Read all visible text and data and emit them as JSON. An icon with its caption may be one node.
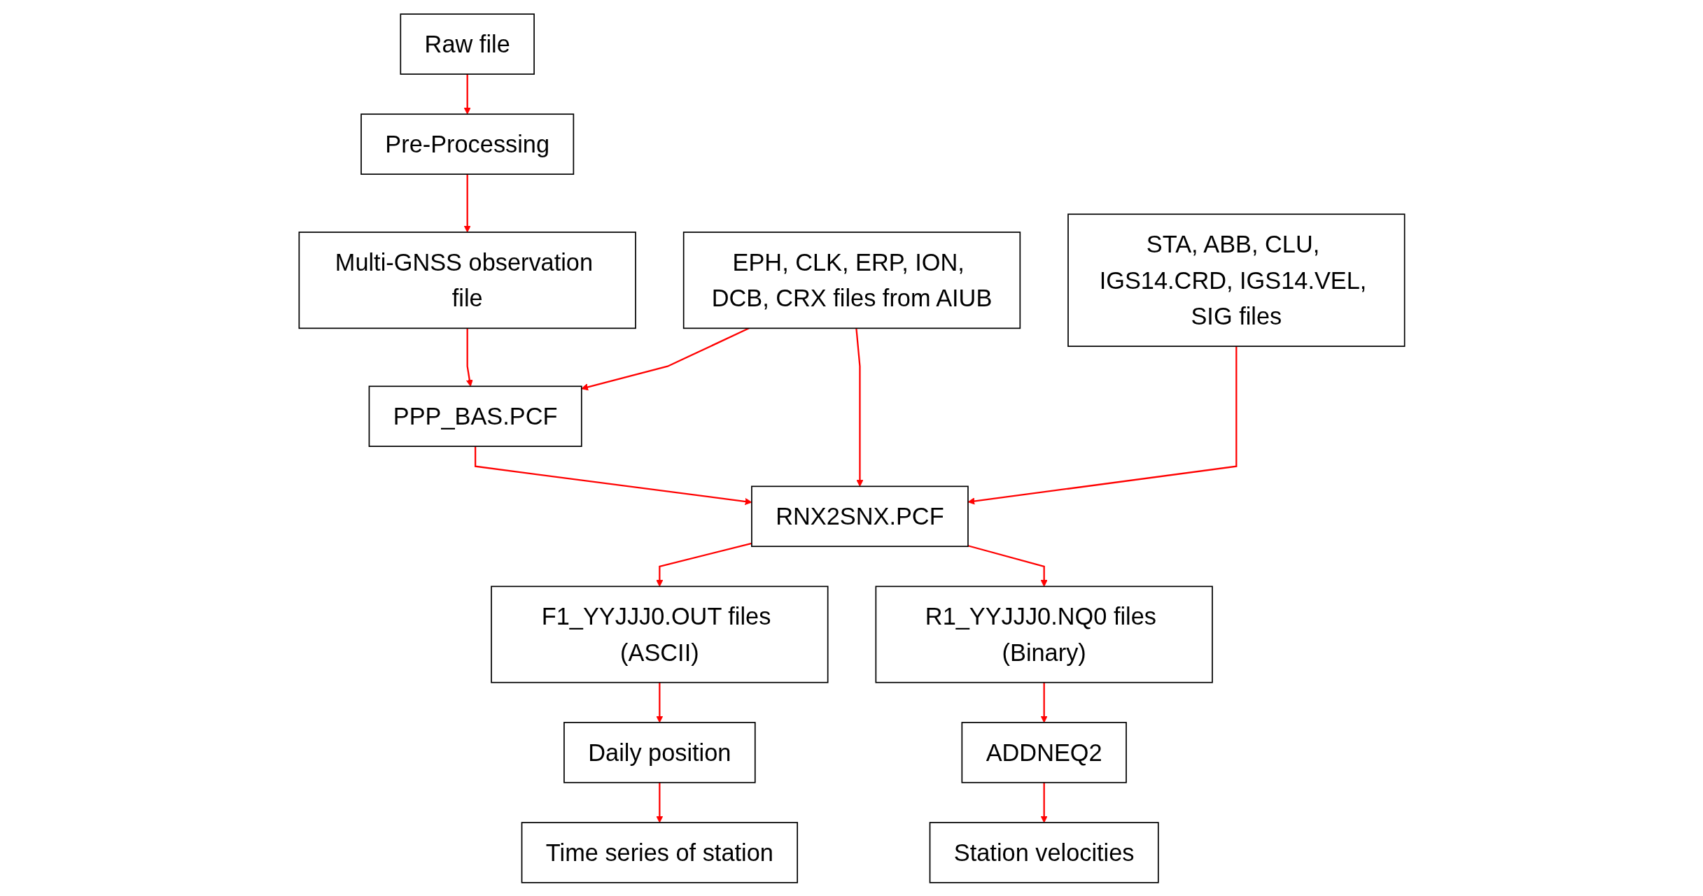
{
  "diagram": {
    "nodes": [
      {
        "text": [
          "Raw file"
        ]
      },
      {
        "text": [
          "Pre-Processing"
        ]
      },
      {
        "text": [
          "Multi-GNSS observation file"
        ]
      },
      {
        "text": [
          "EPH, CLK, ERP, ION, DCB, CRX files from AIUB"
        ]
      },
      {
        "text": [
          "PPP_BAS.PCF"
        ]
      },
      {
        "text": [
          "STA, ABB, CLU, IGS14.CRD, IGS14.VEL, SIG files"
        ]
      },
      {
        "text": [
          "RNX2SNX.PCF"
        ]
      },
      {
        "text": [
          "F1_YYJJJ0.OUT files (ASCII)"
        ]
      },
      {
        "text": [
          "R1_YYJJJ0.NQ0 files (Binary)"
        ]
      },
      {
        "text": [
          "Daily position"
        ]
      },
      {
        "text": [
          "ADDNEQ2"
        ]
      },
      {
        "text": [
          "Time series of station"
        ]
      },
      {
        "text": [
          "Station velocities"
        ]
      }
    ],
    "edges": [
      {
        "from": 0,
        "to": 1,
        "arrow": "to"
      },
      {
        "from": 1,
        "to": 2,
        "arrow": "to"
      },
      {
        "from": 2,
        "to": 4,
        "arrow": "to"
      },
      {
        "from": 3,
        "to": 4,
        "arrow": "to"
      },
      {
        "from": 3,
        "to": 6,
        "arrow": "to"
      },
      {
        "from": 4,
        "to": 6,
        "arrow": "to"
      },
      {
        "from": 5,
        "to": 6,
        "arrow": "to"
      },
      {
        "from": 6,
        "to": 7,
        "arrow": "to"
      },
      {
        "from": 6,
        "to": 8,
        "arrow": "to"
      },
      {
        "from": 7,
        "to": 9,
        "arrow": "to"
      },
      {
        "from": 9,
        "to": 11,
        "arrow": "to"
      },
      {
        "from": 8,
        "to": 10,
        "arrow": "to"
      },
      {
        "from": 10,
        "to": 12,
        "arrow": "to"
      }
    ]
  }
}
